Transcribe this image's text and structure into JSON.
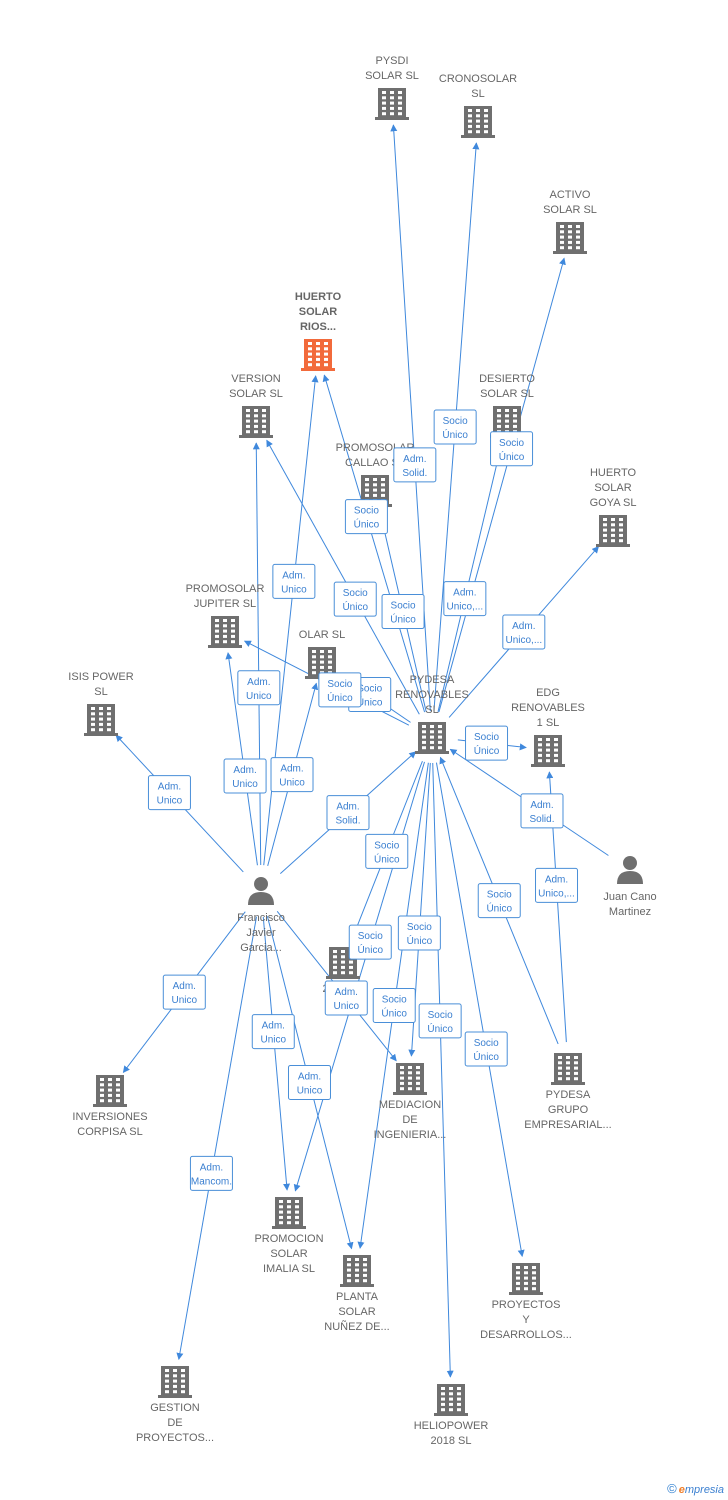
{
  "colors": {
    "edge": "#3f88dc",
    "building": "#6f6f6f",
    "focus": "#f26a3b",
    "person": "#6f6f6f",
    "label": "#666666"
  },
  "nodes": [
    {
      "id": "pysdi",
      "type": "company",
      "label": [
        "PYSDI",
        "SOLAR  SL"
      ]
    },
    {
      "id": "cronosolar",
      "type": "company",
      "label": [
        "CRONOSOLAR",
        "SL"
      ]
    },
    {
      "id": "activo",
      "type": "company",
      "label": [
        "ACTIVO",
        "SOLAR  SL"
      ]
    },
    {
      "id": "huerto_rios",
      "type": "focus",
      "label": [
        "HUERTO",
        "SOLAR",
        "RIOS..."
      ]
    },
    {
      "id": "version",
      "type": "company",
      "label": [
        "VERSION",
        "SOLAR  SL"
      ]
    },
    {
      "id": "desierto",
      "type": "company",
      "label": [
        "DESIERTO",
        "SOLAR  SL"
      ]
    },
    {
      "id": "promosolar_callao",
      "type": "company",
      "label": [
        "PROMOSOLAR",
        "CALLAO  SL"
      ]
    },
    {
      "id": "huerto_goya",
      "type": "company",
      "label": [
        "HUERTO",
        "SOLAR",
        "GOYA  SL"
      ]
    },
    {
      "id": "promosolar_jupiter",
      "type": "company",
      "label": [
        "PROMOSOLAR",
        "JUPITER  SL"
      ]
    },
    {
      "id": "olar",
      "type": "company",
      "label": [
        "OLAR  SL"
      ]
    },
    {
      "id": "isis",
      "type": "company",
      "label": [
        "ISIS POWER",
        "SL"
      ]
    },
    {
      "id": "pydesa_ren",
      "type": "company",
      "label": [
        "PYDESA",
        "RENOVABLES",
        "SL"
      ]
    },
    {
      "id": "edg",
      "type": "company",
      "label": [
        "EDG",
        "RENOVABLES",
        "1  SL"
      ]
    },
    {
      "id": "juan",
      "type": "person",
      "label": [
        "Juan Cano",
        "Martinez"
      ]
    },
    {
      "id": "francisco",
      "type": "person",
      "label": [
        "Francisco",
        "Javier",
        "Garcia..."
      ]
    },
    {
      "id": "n2018",
      "type": "company",
      "label": [
        "2018  SL"
      ]
    },
    {
      "id": "inversiones",
      "type": "company",
      "label": [
        "INVERSIONES",
        "CORPISA  SL"
      ]
    },
    {
      "id": "mediacion",
      "type": "company",
      "label": [
        "MEDIACION",
        "DE",
        "INGENIERIA..."
      ]
    },
    {
      "id": "pydesa_grupo",
      "type": "company",
      "label": [
        "PYDESA",
        "GRUPO",
        "EMPRESARIAL..."
      ]
    },
    {
      "id": "promocion",
      "type": "company",
      "label": [
        "PROMOCION",
        "SOLAR",
        "IMALIA  SL"
      ]
    },
    {
      "id": "planta",
      "type": "company",
      "label": [
        "PLANTA",
        "SOLAR",
        "NUÑEZ DE..."
      ]
    },
    {
      "id": "proyectos_des",
      "type": "company",
      "label": [
        "PROYECTOS",
        "Y",
        "DESARROLLOS..."
      ]
    },
    {
      "id": "gestion",
      "type": "company",
      "label": [
        "GESTION",
        "DE",
        "PROYECTOS..."
      ]
    },
    {
      "id": "heliopower",
      "type": "company",
      "label": [
        "HELIOPOWER",
        "2018  SL"
      ]
    }
  ],
  "edges": [
    {
      "from": "pydesa_ren",
      "to": "pysdi",
      "label": [
        "Adm.",
        "Solid."
      ]
    },
    {
      "from": "pydesa_ren",
      "to": "cronosolar",
      "label": [
        "Socio",
        "Único"
      ]
    },
    {
      "from": "pydesa_ren",
      "to": "activo",
      "label": [
        "Socio",
        "Único"
      ]
    },
    {
      "from": "pydesa_ren",
      "to": "desierto",
      "label": [
        "Adm.",
        "Unico,..."
      ]
    },
    {
      "from": "pydesa_ren",
      "to": "huerto_goya",
      "label": [
        "Adm.",
        "Unico,..."
      ]
    },
    {
      "from": "pydesa_ren",
      "to": "huerto_rios",
      "label": [
        "Socio",
        "Único"
      ]
    },
    {
      "from": "pydesa_ren",
      "to": "version",
      "label": [
        "Socio",
        "Único"
      ]
    },
    {
      "from": "pydesa_ren",
      "to": "promosolar_callao",
      "label": [
        "Socio",
        "Único"
      ]
    },
    {
      "from": "pydesa_ren",
      "to": "olar",
      "label": [
        "Socio",
        "Único"
      ]
    },
    {
      "from": "pydesa_ren",
      "to": "promosolar_jupiter",
      "label": [
        "Socio",
        "Único"
      ]
    },
    {
      "from": "francisco",
      "to": "pydesa_ren",
      "label": [
        "Adm.",
        "Solid."
      ]
    },
    {
      "from": "francisco",
      "to": "isis",
      "label": [
        "Adm.",
        "Unico"
      ]
    },
    {
      "from": "francisco",
      "to": "promosolar_jupiter",
      "label": [
        "Adm.",
        "Unico"
      ]
    },
    {
      "from": "francisco",
      "to": "olar",
      "label": [
        "Adm.",
        "Unico"
      ]
    },
    {
      "from": "francisco",
      "to": "huerto_rios",
      "label": [
        "Adm.",
        "Unico"
      ]
    },
    {
      "from": "francisco",
      "to": "version",
      "label": [
        "Adm.",
        "Unico"
      ]
    },
    {
      "from": "francisco",
      "to": "inversiones",
      "label": [
        "Adm.",
        "Unico"
      ]
    },
    {
      "from": "francisco",
      "to": "gestion",
      "label": [
        "Adm.",
        "Mancom."
      ]
    },
    {
      "from": "francisco",
      "to": "promocion",
      "label": [
        "Adm.",
        "Unico"
      ]
    },
    {
      "from": "francisco",
      "to": "planta",
      "label": [
        "Adm.",
        "Unico"
      ]
    },
    {
      "from": "francisco",
      "to": "mediacion",
      "label": [
        "Adm.",
        "Unico"
      ]
    },
    {
      "from": "juan",
      "to": "pydesa_ren",
      "label": [
        "Adm.",
        "Solid."
      ]
    },
    {
      "from": "pydesa_grupo",
      "to": "pydesa_ren",
      "label": [
        "Socio",
        "Único"
      ]
    },
    {
      "from": "pydesa_grupo",
      "to": "edg",
      "label": [
        "Adm.",
        "Unico,..."
      ]
    },
    {
      "from": "pydesa_ren",
      "to": "edg",
      "label": [
        "Socio",
        "Único"
      ]
    },
    {
      "from": "pydesa_ren",
      "to": "n2018",
      "label": [
        "Socio",
        "Único"
      ]
    },
    {
      "from": "pydesa_ren",
      "to": "mediacion",
      "label": [
        "Socio",
        "Único"
      ]
    },
    {
      "from": "pydesa_ren",
      "to": "promocion",
      "label": [
        "Socio",
        "Único"
      ]
    },
    {
      "from": "pydesa_ren",
      "to": "planta",
      "label": [
        "Socio",
        "Único"
      ]
    },
    {
      "from": "pydesa_ren",
      "to": "proyectos_des",
      "label": [
        "Socio",
        "Único"
      ]
    },
    {
      "from": "pydesa_ren",
      "to": "heliopower",
      "label": [
        "Socio",
        "Único"
      ]
    }
  ],
  "footer": {
    "copyright": "©",
    "brand_first": "e",
    "brand_rest": "mpresia"
  }
}
